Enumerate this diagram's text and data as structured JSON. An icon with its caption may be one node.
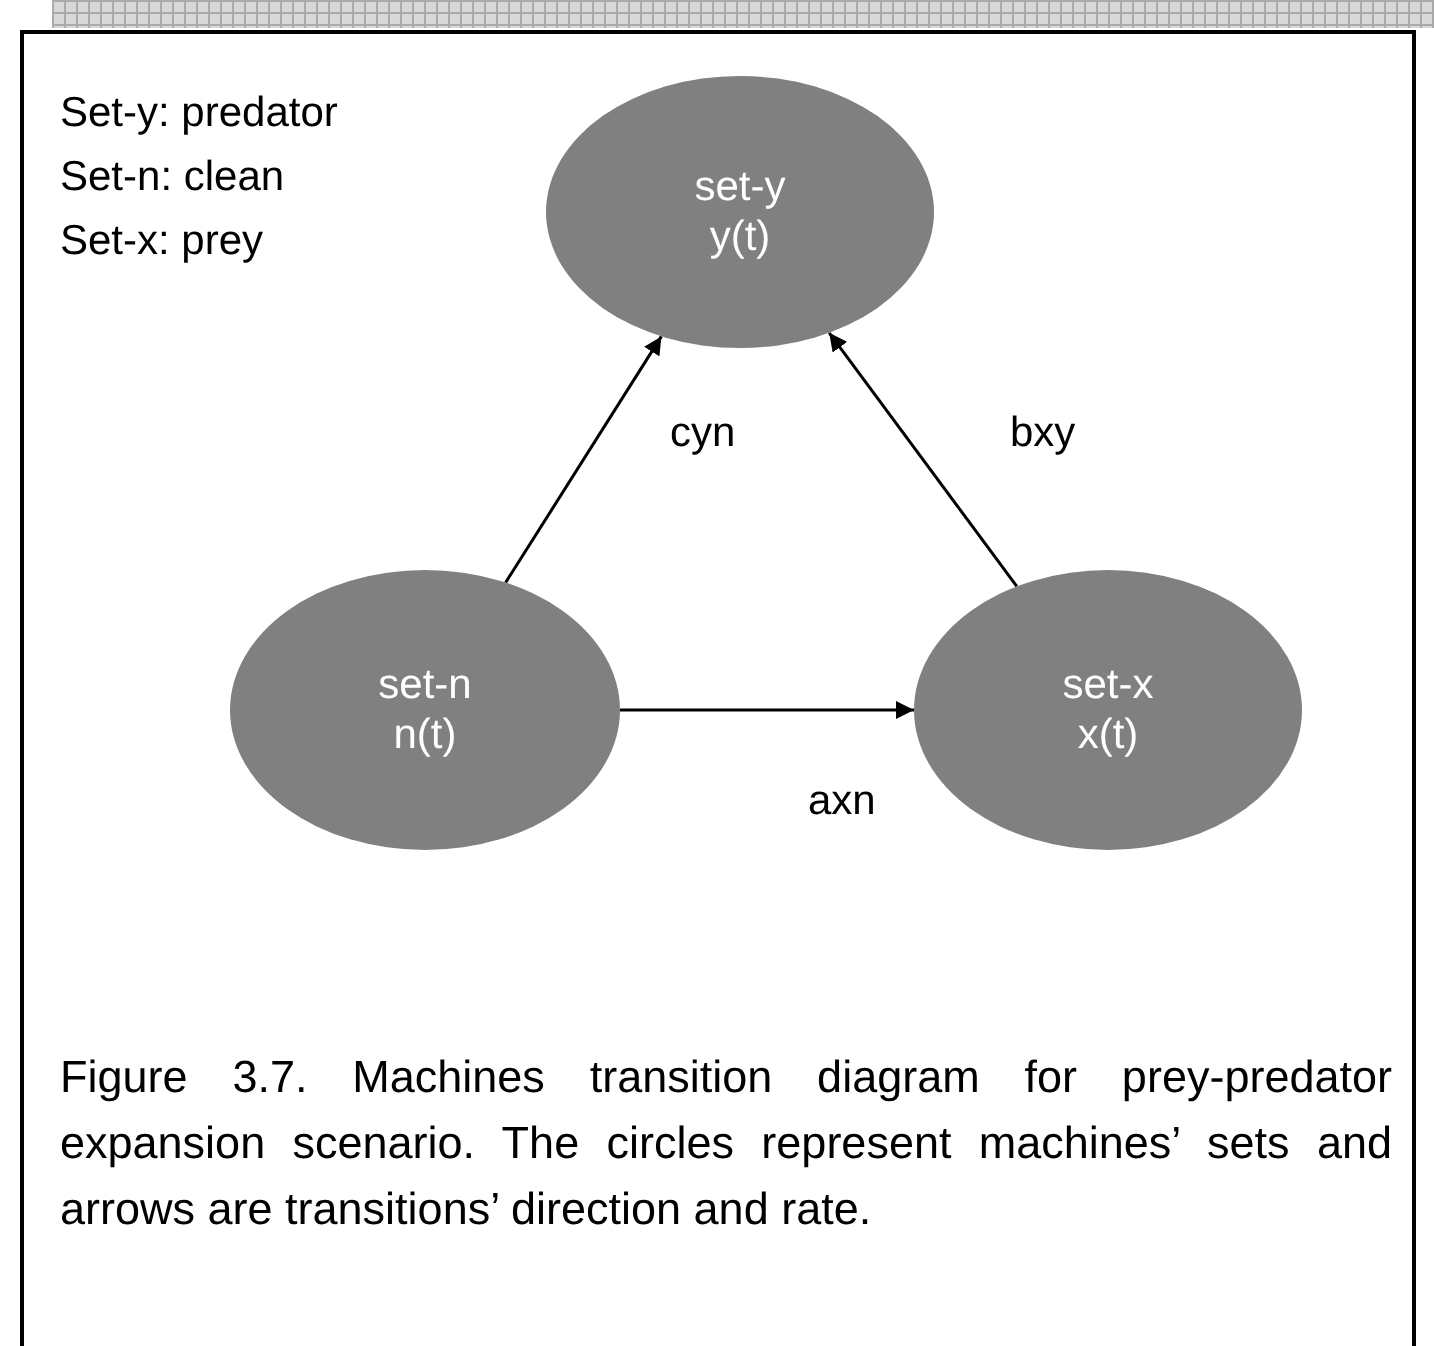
{
  "diagram": {
    "caption": "Figure 3.7. Machines transition diagram for prey-predator expansion scenario. The circles represent machines’ sets and arrows are transitions’ direction and rate.",
    "nodes": [
      {
        "text": [
          "set-y",
          "y(t)"
        ]
      },
      {
        "text": [
          "set-n",
          "n(t)"
        ]
      },
      {
        "text": [
          "set-x",
          "x(t)"
        ]
      }
    ],
    "edges": [
      {
        "from": 1,
        "to": 0,
        "arrow": "to",
        "label": "cyn"
      },
      {
        "from": 2,
        "to": 0,
        "arrow": "to",
        "label": "bxy"
      },
      {
        "from": 1,
        "to": 2,
        "arrow": "to",
        "label": "axn"
      }
    ],
    "labels": [
      "Set-y: predator",
      "Set-n: clean",
      "Set-x: prey"
    ]
  }
}
